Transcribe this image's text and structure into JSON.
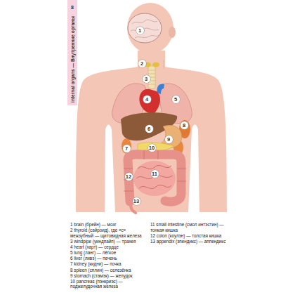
{
  "diagram": {
    "title": "internal organs — Внутренние органы",
    "labels": [
      "8",
      "1",
      "2",
      "3",
      "4",
      "5",
      "6",
      "7",
      "8",
      "9",
      "10",
      "11",
      "12",
      "13",
      "1 brain (брейн) — мозг",
      "2 thyroid (сайроид), где «с» межзубный — щитовидная железа",
      "3 windpipe (уиндпайп) — трахея",
      "4 heart (харт) — сердце",
      "5 lung (ланг) — лёгкое",
      "6 liver (ливэ) — печень",
      "7 kidney (кидни) — почка",
      "8 spleen (сплин) — селезёнка",
      "9 stomach (стамэк) — желудок",
      "10 pancreas (пэнкриэс) — поджелудочная железа",
      "11 small intestine (смол интэстин) — тонкая кишка",
      "12 colon (коулэн) — толстая кишка",
      "13 appendix (эпендикс) — аппендикс"
    ]
  }
}
